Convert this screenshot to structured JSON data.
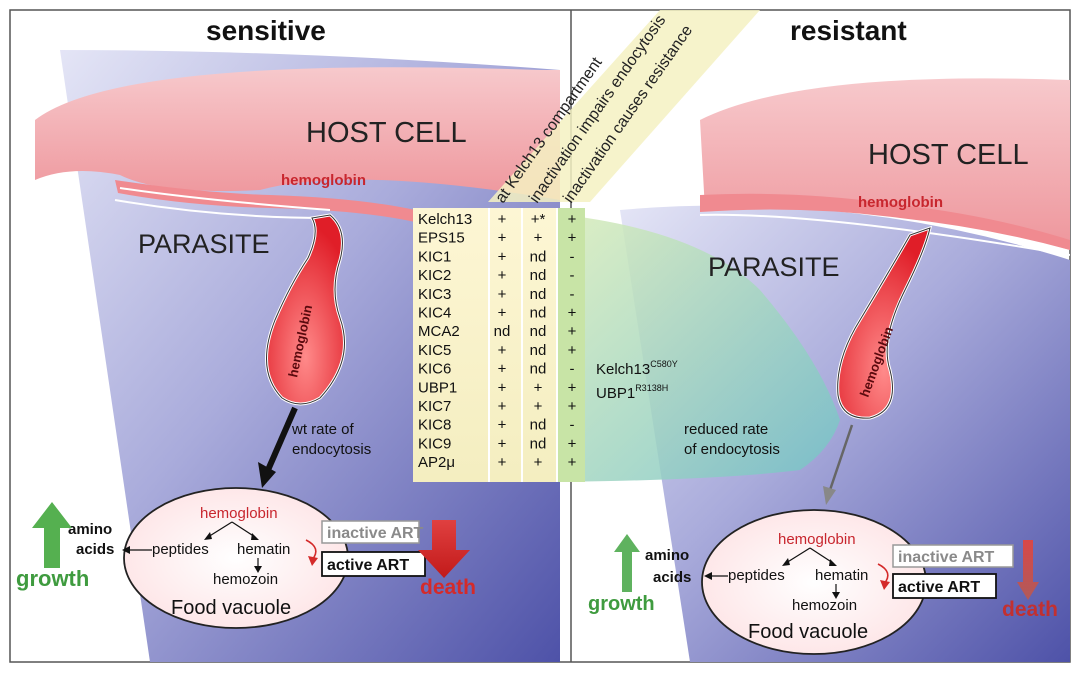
{
  "left": {
    "title": "sensitive",
    "host_cell": "HOST CELL",
    "hemoglobin_host": "hemoglobin",
    "parasite": "PARASITE",
    "hemoglobin_vesicle": "hemoglobin",
    "endocytosis_line1": "wt rate of",
    "endocytosis_line2": "endocytosis",
    "vacuole": {
      "hemoglobin": "hemoglobin",
      "peptides": "peptides",
      "hematin": "hematin",
      "hemozoin": "hemozoin",
      "label": "Food vacuole"
    },
    "amino": "amino",
    "acids": "acids",
    "growth": "growth",
    "inactive_art": "inactive ART",
    "active_art": "active ART",
    "death": "death"
  },
  "right": {
    "title": "resistant",
    "host_cell": "HOST CELL",
    "hemoglobin_host": "hemoglobin",
    "parasite": "PARASITE",
    "hemoglobin_vesicle": "hemoglobin",
    "mutant1_base": "Kelch13",
    "mutant1_sup": "C580Y",
    "mutant2_base": "UBP1",
    "mutant2_sup": "R3138H",
    "endocytosis_line1": "reduced rate",
    "endocytosis_line2": "of endocytosis",
    "vacuole": {
      "hemoglobin": "hemoglobin",
      "peptides": "peptides",
      "hematin": "hematin",
      "hemozoin": "hemozoin",
      "label": "Food vacuole"
    },
    "amino": "amino",
    "acids": "acids",
    "growth": "growth",
    "inactive_art": "inactive ART",
    "active_art": "active ART",
    "death": "death"
  },
  "table": {
    "headers": [
      "at Kelch13 compartment",
      "inactivation impairs endocytosis",
      "inactivation causes resistance"
    ],
    "rows": [
      {
        "name": "Kelch13",
        "c1": "+",
        "c2": "+*",
        "c3": "+"
      },
      {
        "name": "EPS15",
        "c1": "+",
        "c2": "+",
        "c3": "+"
      },
      {
        "name": "KIC1",
        "c1": "+",
        "c2": "nd",
        "c3": "-"
      },
      {
        "name": "KIC2",
        "c1": "+",
        "c2": "nd",
        "c3": "-"
      },
      {
        "name": "KIC3",
        "c1": "+",
        "c2": "nd",
        "c3": "-"
      },
      {
        "name": "KIC4",
        "c1": "+",
        "c2": "nd",
        "c3": "+"
      },
      {
        "name": "MCA2",
        "c1": "nd",
        "c2": "nd",
        "c3": "+"
      },
      {
        "name": "KIC5",
        "c1": "+",
        "c2": "nd",
        "c3": "+"
      },
      {
        "name": "KIC6",
        "c1": "+",
        "c2": "nd",
        "c3": "-"
      },
      {
        "name": "UBP1",
        "c1": "+",
        "c2": "+",
        "c3": "+"
      },
      {
        "name": "KIC7",
        "c1": "+",
        "c2": "+",
        "c3": "+"
      },
      {
        "name": "KIC8",
        "c1": "+",
        "c2": "nd",
        "c3": "-"
      },
      {
        "name": "KIC9",
        "c1": "+",
        "c2": "nd",
        "c3": "+"
      },
      {
        "name": "AP2μ",
        "c1": "+",
        "c2": "+",
        "c3": "+"
      }
    ]
  },
  "colors": {
    "host": "#f2a3a8",
    "parasite": "#7b7ec0",
    "vesicle": "#e8323c",
    "growth": "#55b050",
    "death": "#d42a2a",
    "hemoglobin_text": "#c8262e"
  }
}
